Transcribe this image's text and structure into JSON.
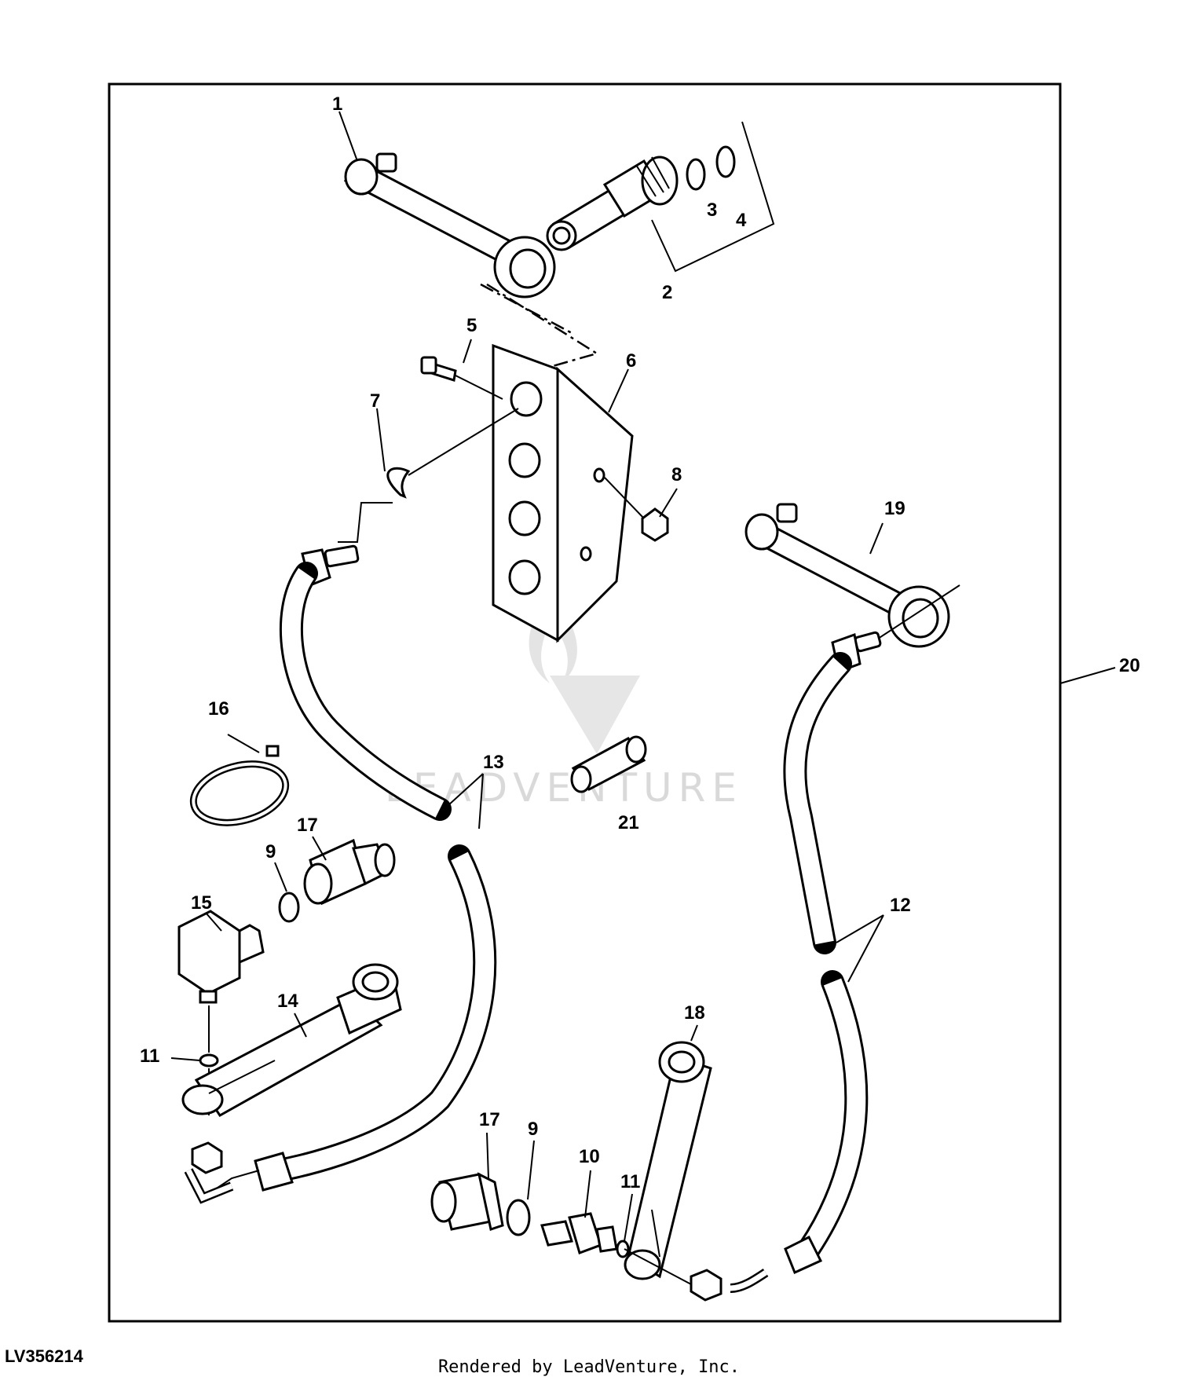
{
  "diagram": {
    "id_label": "LV356214",
    "credit": "Rendered by LeadVenture, Inc.",
    "watermark": "LEADVENTURE",
    "callouts": {
      "c1": "1",
      "c2": "2",
      "c3": "3",
      "c4": "4",
      "c5": "5",
      "c6": "6",
      "c7": "7",
      "c8": "8",
      "c9a": "9",
      "c9b": "9",
      "c10": "10",
      "c11a": "11",
      "c11b": "11",
      "c12": "12",
      "c13": "13",
      "c14": "14",
      "c15": "15",
      "c16": "16",
      "c17a": "17",
      "c17b": "17",
      "c18": "18",
      "c19": "19",
      "c20": "20",
      "c21": "21"
    }
  }
}
